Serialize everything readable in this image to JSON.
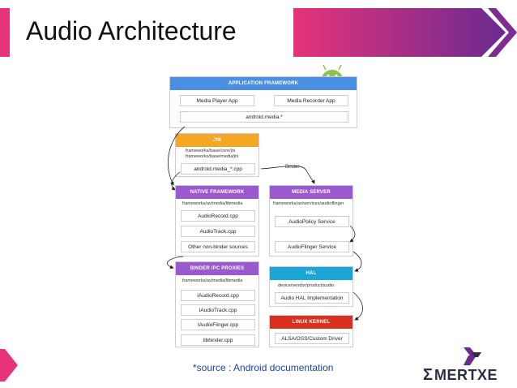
{
  "slide": {
    "title": "Audio Architecture",
    "source_note": "*source : Android documentation",
    "logo_text": "MERTXE",
    "colors": {
      "title_accent": "#e6337a",
      "banner_start": "#e6337a",
      "banner_end": "#6a2a90"
    }
  },
  "diagram": {
    "app_framework": {
      "header": "APPLICATION FRAMEWORK",
      "color": "#4a90e2",
      "items": [
        "Media Player App",
        "Media Recorder App",
        "android.media.*"
      ]
    },
    "jni": {
      "header": "JNI",
      "color": "#f5a623",
      "paths": [
        "frameworks/base/core/jni",
        "frameworks/base/media/jni"
      ],
      "items": [
        "android.media_*.cpp"
      ]
    },
    "native_framework": {
      "header": "NATIVE FRAMEWORK",
      "color": "#9b59d0",
      "paths": [
        "frameworks/av/media/libmedia"
      ],
      "items": [
        "AudioRecord.cpp",
        "AudioTrack.cpp",
        "Other non-binder sources"
      ]
    },
    "binder_label": "Binder",
    "media_server": {
      "header": "MEDIA SERVER",
      "color": "#9b59d0",
      "paths": [
        "frameworks/av/services/audioflinger"
      ],
      "items": [
        "AudioPolicy Service",
        "AudioFlinger Service"
      ]
    },
    "binder_ipc": {
      "header": "BINDER IPC PROXIES",
      "color": "#9b59d0",
      "paths": [
        "frameworks/av/media/libmedia"
      ],
      "items": [
        "IAudioRecord.cpp",
        "IAudioTrack.cpp",
        "IAudioFlinger.cpp",
        "libbinder.cpp"
      ]
    },
    "hal": {
      "header": "HAL",
      "color": "#1aa7d6",
      "paths": [
        "device/vendor/product/audio"
      ],
      "items": [
        "Audio HAL Implementation"
      ]
    },
    "linux_kernel": {
      "header": "LINUX KERNEL",
      "color": "#d9301f",
      "items": [
        "ALSA/OSS/Custom Driver"
      ]
    }
  }
}
